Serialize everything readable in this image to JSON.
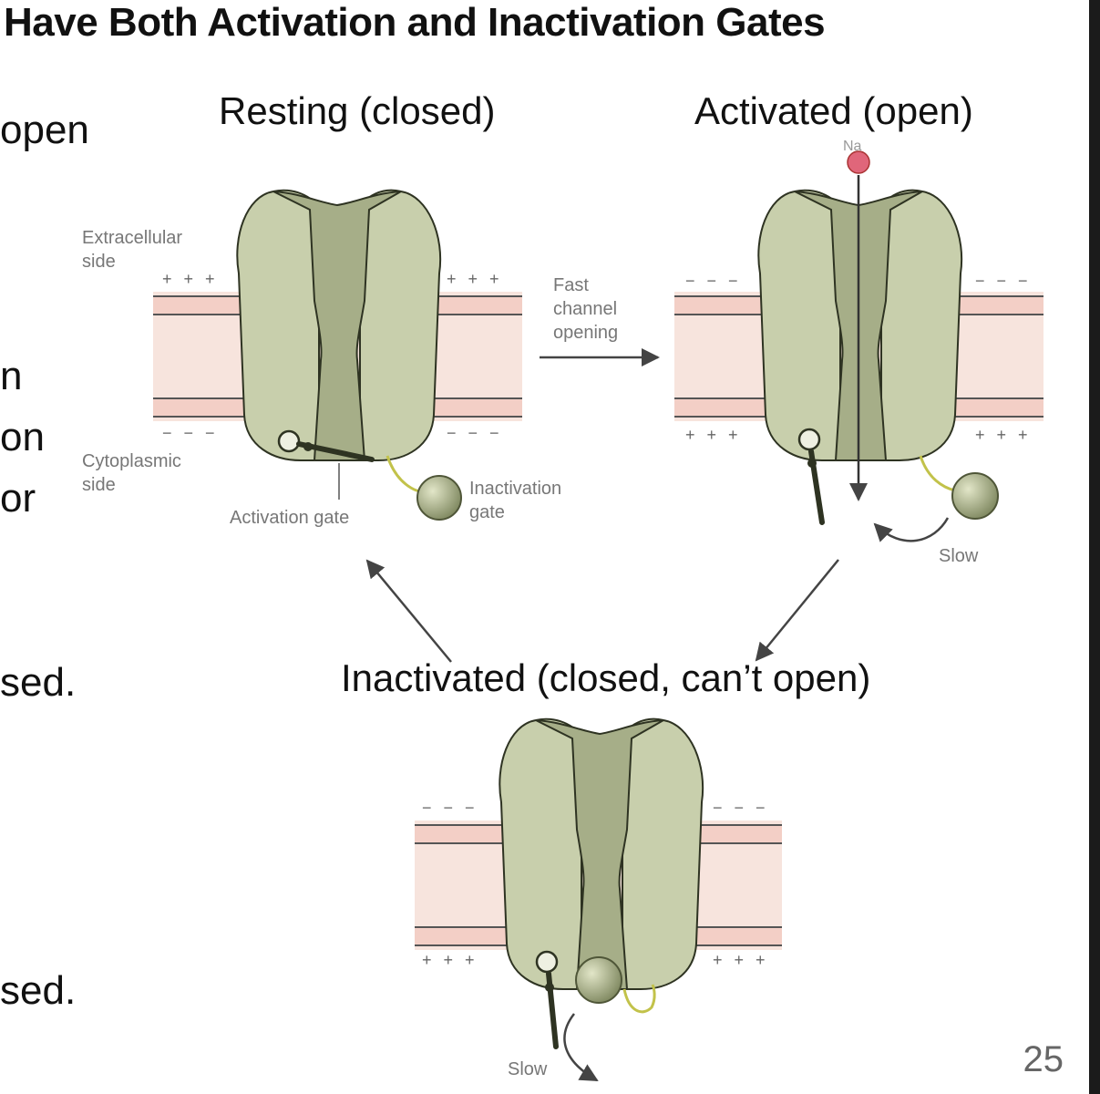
{
  "slide": {
    "title": "Have Both Activation and Inactivation Gates",
    "page_number": "25",
    "left_fragments": [
      "open",
      "n",
      "on",
      "or",
      "sed.",
      "sed."
    ]
  },
  "states": {
    "resting": "Resting (closed)",
    "activated": "Activated (open)",
    "inactivated": "Inactivated (closed, can’t open)"
  },
  "labels": {
    "extracellular_1": "Extracellular",
    "extracellular_2": "side",
    "cytoplasmic_1": "Cytoplasmic",
    "cytoplasmic_2": "side",
    "activation_gate": "Activation gate",
    "inactivation_gate_1": "Inactivation",
    "inactivation_gate_2": "gate",
    "fast_1": "Fast",
    "fast_2": "channel",
    "fast_3": "opening",
    "slow_activated": "Slow",
    "slow_inactivated": "Slow",
    "na": "Na"
  },
  "signs": {
    "plus": "+ + +",
    "minus": "− − −"
  },
  "colors": {
    "membrane": "#f6dcd4",
    "membrane_line": "#d9a49a",
    "protein": "#c8cfac",
    "protein_dark": "#a6ae88",
    "protein_edge": "#2e3322",
    "ion": "#e0667a",
    "gate_ball": "#8f9868",
    "gate_line": "#c2c24a"
  }
}
